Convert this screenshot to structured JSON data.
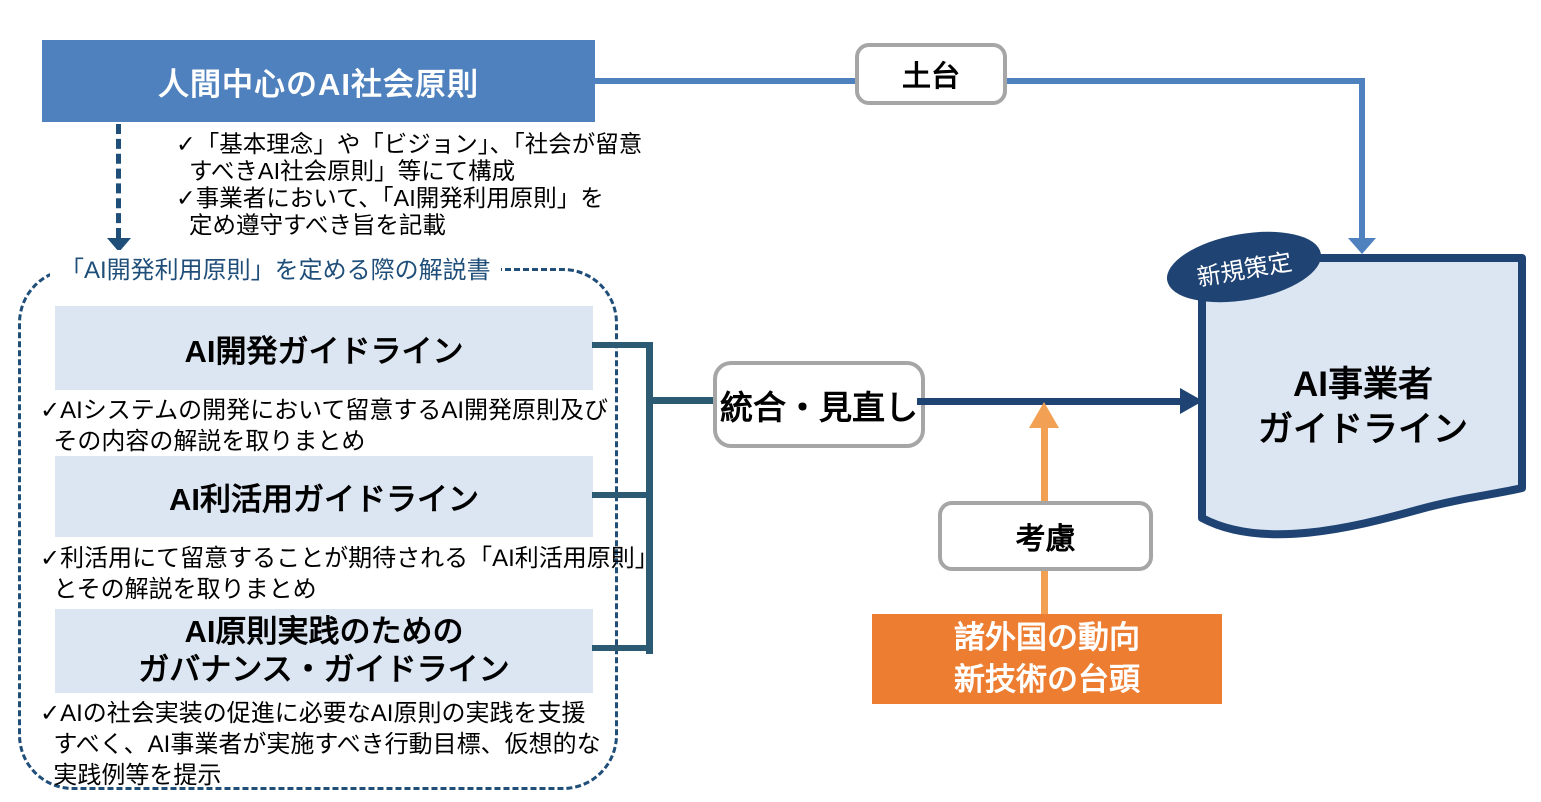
{
  "colors": {
    "accent_blue": "#4E81BD",
    "navy": "#1F4373",
    "caption_blue": "#1F4E79",
    "bracket_teal": "#2D5A73",
    "light_blue_fill": "#DCE6F2",
    "gray_border": "#A6A6A6",
    "orange": "#ED7D31",
    "orange_arrow": "#F2A154"
  },
  "top": {
    "principles_label": "人間中心のAI社会原則",
    "foundation_label": "土台",
    "notes": [
      "✓「基本理念」や「ビジョン」、「社会が留意\n  すべきAI社会原則」等にて構成",
      "✓事業者において、「AI開発利用原則」を\n  定め遵守すべき旨を記載"
    ]
  },
  "guidebook": {
    "caption": "「AI開発利用原則」を定める際の解説書",
    "items": [
      {
        "title": "AI開発ガイドライン",
        "note": "✓AIシステムの開発において留意するAI開発原則及び\n  その内容の解説を取りまとめ"
      },
      {
        "title": "AI利活用ガイドライン",
        "note": "✓利活用にて留意することが期待される「AI利活用原則」\n  とその解説を取りまとめ"
      },
      {
        "title": "AI原則実践のための\nガバナンス・ガイドライン",
        "note": "✓AIの社会実装の促進に必要なAI原則の実践を支援\n  すべく、AI事業者が実施すべき行動目標、仮想的な\n  実践例等を提示"
      }
    ]
  },
  "flow": {
    "integration_label": "統合・見直し",
    "consideration_label": "考慮",
    "drivers_label": "諸外国の動向\n新技術の台頭"
  },
  "result": {
    "badge_label": "新規策定",
    "title": "AI事業者\nガイドライン"
  }
}
